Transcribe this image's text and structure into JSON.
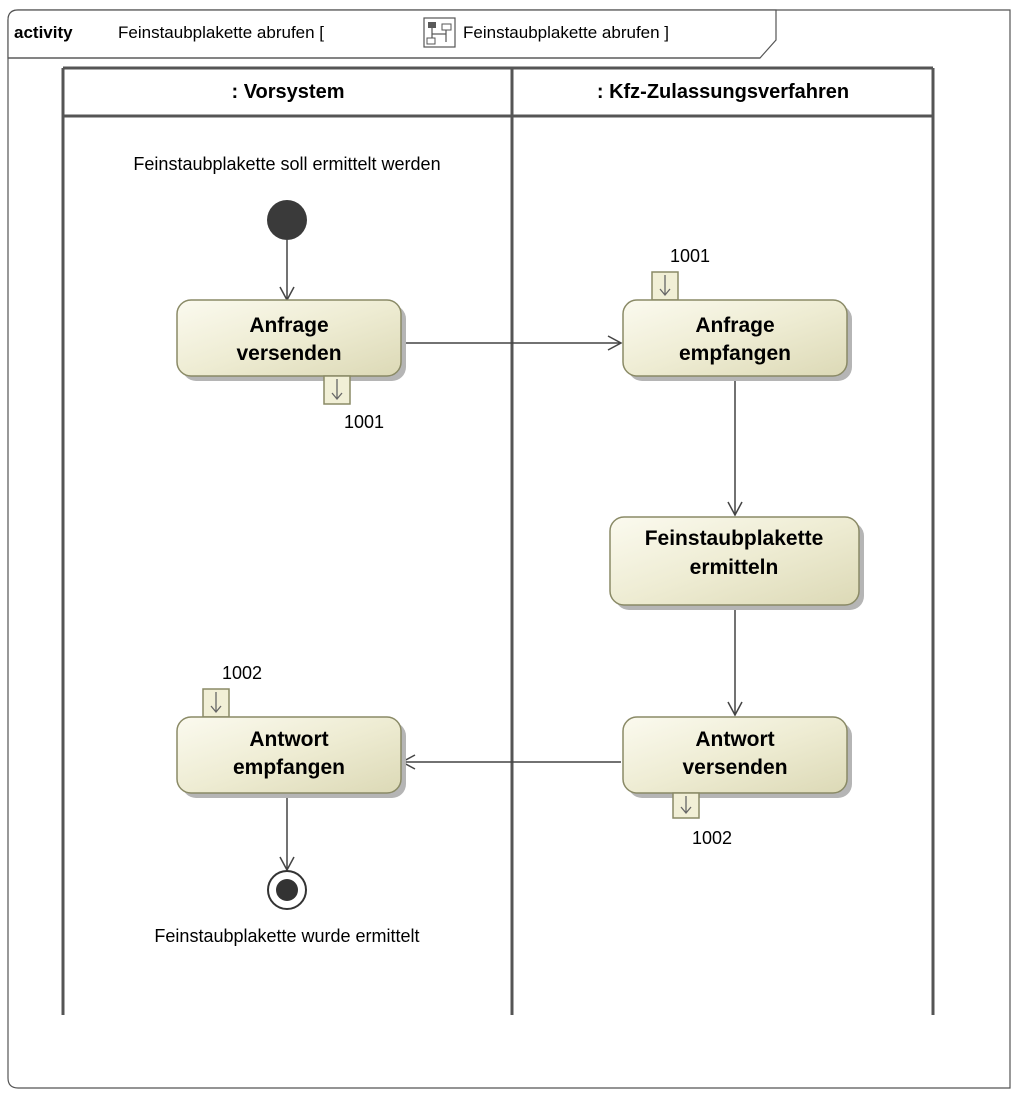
{
  "frame": {
    "keyword": "activity",
    "name": "Feinstaubplakette abrufen [",
    "ref_name": "Feinstaubplakette abrufen ]"
  },
  "lanes": [
    {
      "title": ": Vorsystem"
    },
    {
      "title": ": Kfz-Zulassungsverfahren"
    }
  ],
  "notes": {
    "start": "Feinstaubplakette soll ermittelt werden",
    "end": "Feinstaubplakette wurde ermittelt"
  },
  "actions": {
    "anfrage_versenden": [
      "Anfrage",
      "versenden"
    ],
    "anfrage_empfangen": [
      "Anfrage",
      "empfangen"
    ],
    "ermitteln": [
      "Feinstaubplakette",
      "ermitteln"
    ],
    "antwort_versenden": [
      "Antwort",
      "versenden"
    ],
    "antwort_empfangen": [
      "Antwort",
      "empfangen"
    ]
  },
  "pins": {
    "anfrage_versenden_out": "1001",
    "anfrage_empfangen_in": "1001",
    "antwort_versenden_out": "1002",
    "antwort_empfangen_in": "1002"
  },
  "colors": {
    "action_fill_light": "#fbfaef",
    "action_fill_dark": "#dcd9b6",
    "action_border": "#8a8a66",
    "initial_node": "#3a3a3a"
  }
}
